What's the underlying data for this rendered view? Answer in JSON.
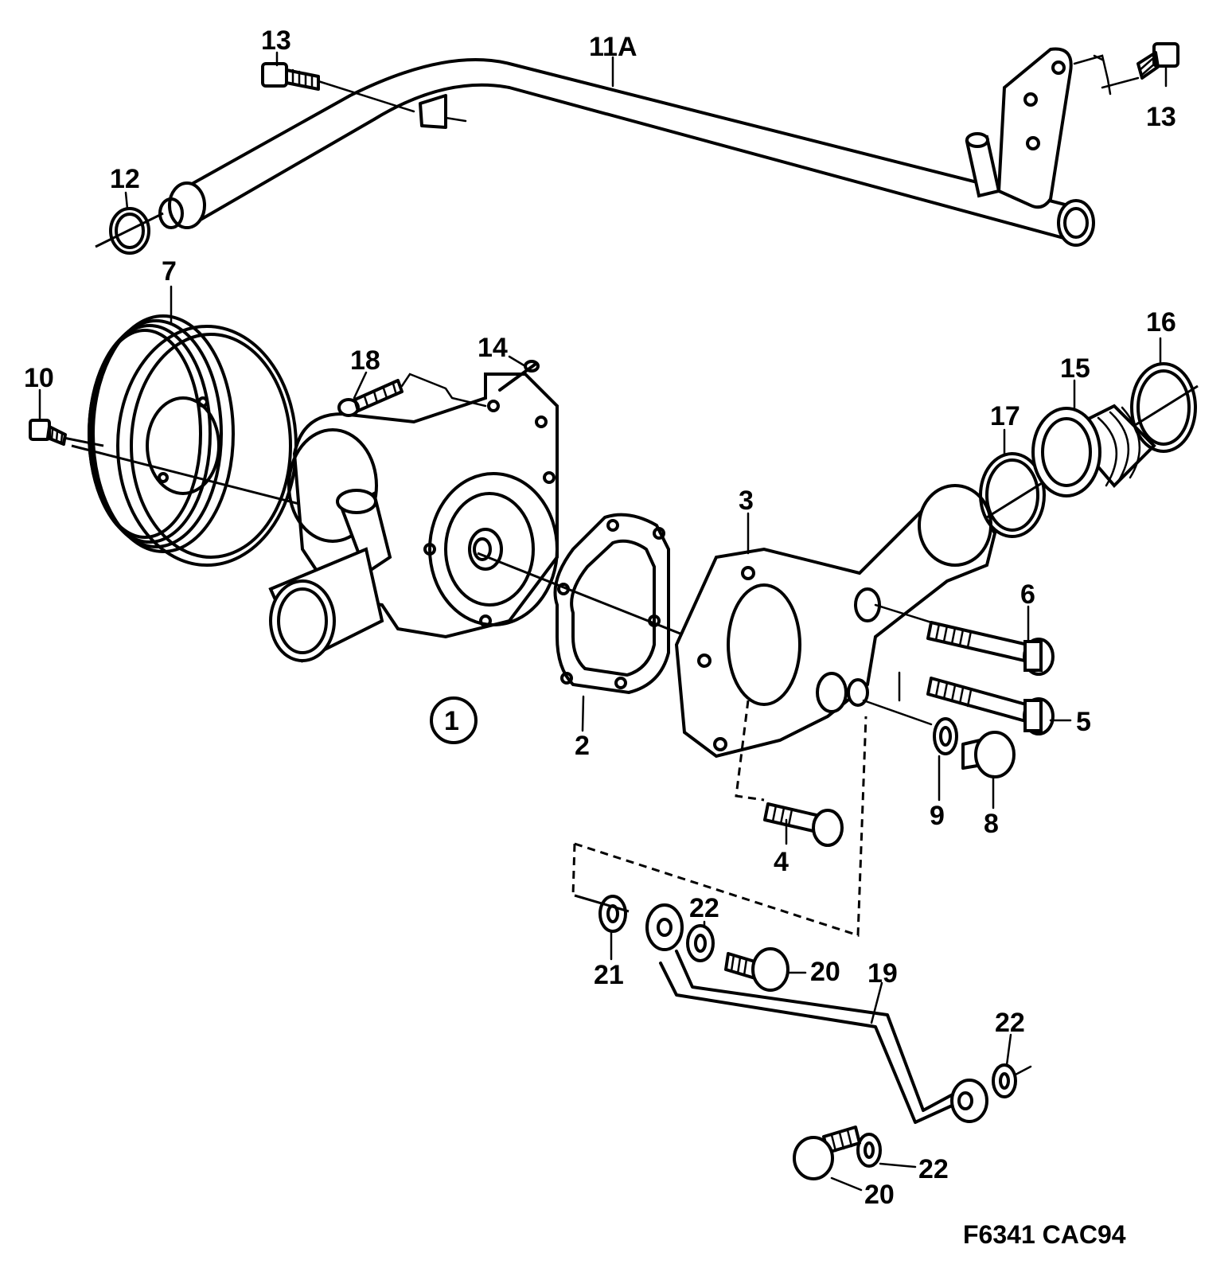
{
  "drawing_code": "F6341 CAC94",
  "assembly_marker": "1",
  "callouts": {
    "p11a": "11A",
    "p13a": "13",
    "p13b": "13",
    "p12": "12",
    "p7": "7",
    "p10": "10",
    "p18": "18",
    "p14": "14",
    "p16": "16",
    "p15": "15",
    "p17": "17",
    "p3": "3",
    "p6": "6",
    "p5": "5",
    "p2": "2",
    "p9": "9",
    "p8": "8",
    "p4": "4",
    "p22a": "22",
    "p20a": "20",
    "p21": "21",
    "p19": "19",
    "p22b": "22",
    "p22c": "22",
    "p20b": "20"
  }
}
